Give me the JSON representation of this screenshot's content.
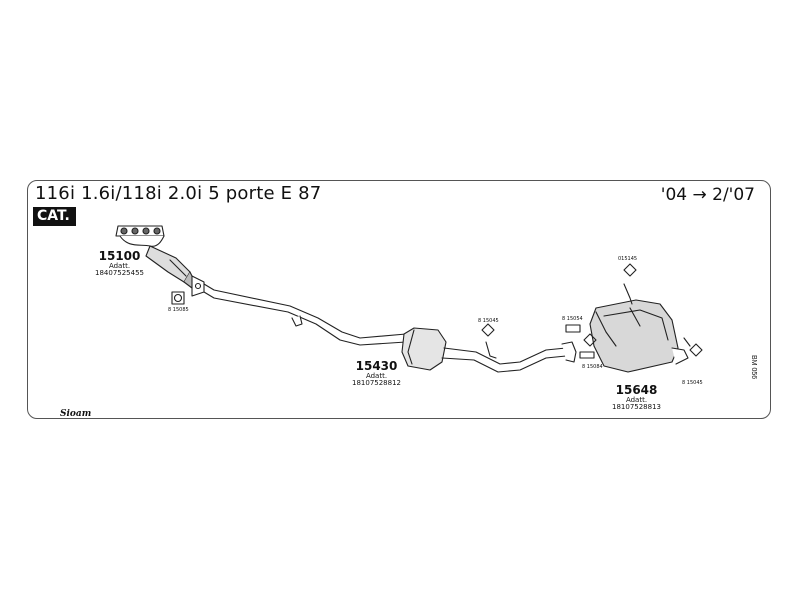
{
  "header": {
    "title": "116i 1.6i/118i 2.0i 5 porte E 87",
    "years": "'04 → 2/'07",
    "cat_badge": "CAT."
  },
  "parts": [
    {
      "number": "15100",
      "adapt_label": "Adatt.",
      "oem": "18407525455"
    },
    {
      "number": "15430",
      "adapt_label": "Adatt.",
      "oem": "18107528812"
    },
    {
      "number": "15648",
      "adapt_label": "Adatt.",
      "oem": "18107528813"
    }
  ],
  "fittings": {
    "gasket_15085": "8 15085",
    "hanger_15045_mid": "8 15045",
    "clamp_15054_top": "8 15054",
    "clamp_15084": "8 15084",
    "hanger_015145": "015145",
    "hanger_15045_rear": "8 15045"
  },
  "footer": {
    "brand": "Sioam",
    "diagram_code": "BM 056"
  }
}
